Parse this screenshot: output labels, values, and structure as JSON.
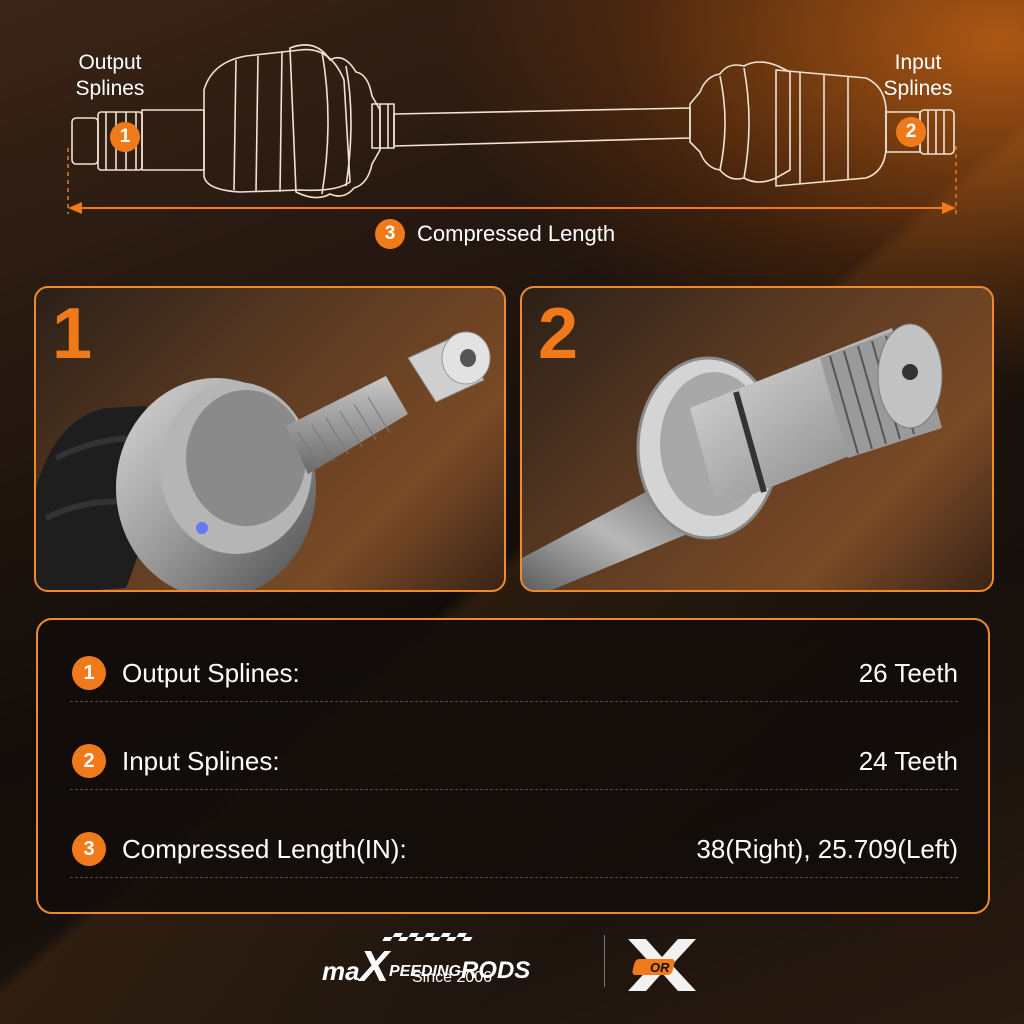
{
  "diagram": {
    "output_label": "Output\nSplines",
    "input_label": "Input\nSplines",
    "compressed_label": "Compressed Length",
    "badge_1": "1",
    "badge_2": "2",
    "badge_3": "3"
  },
  "cards": [
    {
      "number": "1"
    },
    {
      "number": "2"
    }
  ],
  "specs": [
    {
      "number": "1",
      "label": "Output Splines:",
      "value": "26 Teeth"
    },
    {
      "number": "2",
      "label": "Input Splines:",
      "value": "24 Teeth"
    },
    {
      "number": "3",
      "label": "Compressed Length(IN):",
      "value": "38(Right), 25.709(Left)"
    }
  ],
  "footer": {
    "brand_prefix": "ma",
    "brand_x": "X",
    "brand_mid": "PEEDING",
    "brand_suffix": "RODS",
    "since": "Since 2006",
    "or_logo_text": "OR"
  },
  "colors": {
    "accent": "#f07a1a",
    "border": "#f08a2a"
  }
}
